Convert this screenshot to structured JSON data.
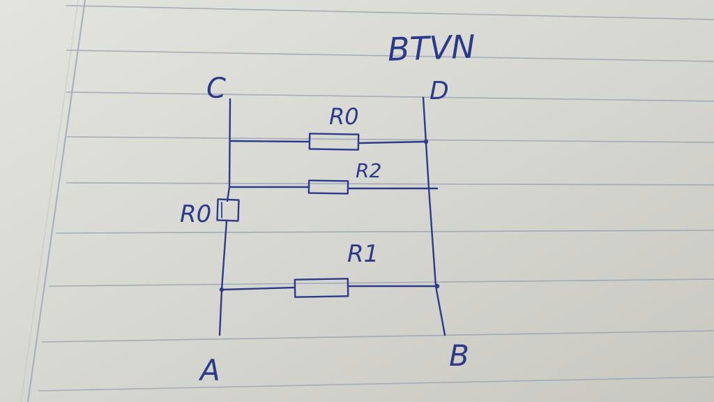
{
  "colors": {
    "paper": "#dcdcd6",
    "paper_shadow": "#c9c9c2",
    "rule_line": "#9aa4b4",
    "margin_line": "#a9b0bf",
    "ink": "#2c3a8a"
  },
  "diagram": {
    "title": "BTVN",
    "nodes": {
      "c": "C",
      "d": "D",
      "a": "A",
      "b": "B"
    },
    "resistors": {
      "top": "R0",
      "middle": "R2",
      "bottom": "R1",
      "left": "R0"
    }
  }
}
